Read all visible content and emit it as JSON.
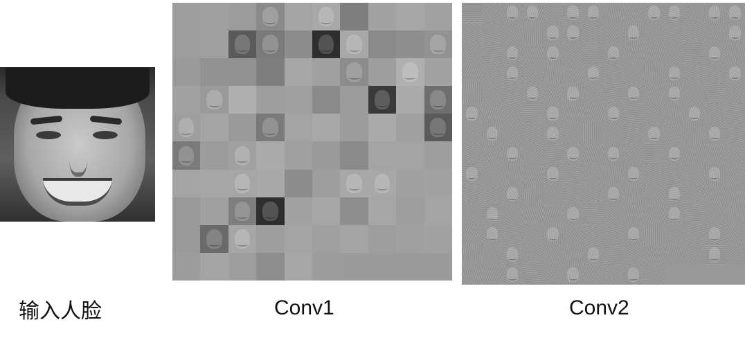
{
  "labels": {
    "input": "输入人脸",
    "conv1": "Conv1",
    "conv2": "Conv2"
  },
  "colors": {
    "background": "#ffffff",
    "map_gray": "#9a9a9a",
    "text": "#111111"
  },
  "conv1": {
    "rows": 10,
    "cols": 10,
    "filled": 96,
    "tones": [
      "#9e9e9e",
      "#a0a0a0",
      "#9c9c9c",
      "#8a8a8a",
      "#a4a4a4",
      "#a8a8a8",
      "#7e7e7e",
      "#a2a2a2",
      "#a6a6a6",
      "#a1a1a1",
      "#9d9d9d",
      "#a0a0a0",
      "#5a5a5a",
      "#7a7a7a",
      "#8c8c8c",
      "#2e2e2e",
      "#a8a8a8",
      "#8a8a8a",
      "#8e8e8e",
      "#929292",
      "#9a9a9a",
      "#929292",
      "#929292",
      "#7e7e7e",
      "#a6a6a6",
      "#a0a0a0",
      "#8c8c8c",
      "#9e9e9e",
      "#b0b0b0",
      "#a2a2a2",
      "#a2a2a2",
      "#9a9a9a",
      "#b0b0b0",
      "#9e9e9e",
      "#a0a0a0",
      "#8a8a8a",
      "#9c9c9c",
      "#3a3a3a",
      "#aaaaaa",
      "#6e6e6e",
      "#9e9e9e",
      "#a4a4a4",
      "#9a9a9a",
      "#7a7a7a",
      "#a4a4a4",
      "#a8a8a8",
      "#9c9c9c",
      "#aaaaaa",
      "#a0a0a0",
      "#5a5a5a",
      "#7a7a7a",
      "#9c9c9c",
      "#a0a0a0",
      "#aaaaaa",
      "#a0a0a0",
      "#9a9a9a",
      "#8a8a8a",
      "#a4a4a4",
      "#a4a4a4",
      "#9e9e9e",
      "#a4a4a4",
      "#a6a6a6",
      "#a6a6a6",
      "#a8a8a8",
      "#8c8c8c",
      "#9e9e9e",
      "#a8a8a8",
      "#a8a8a8",
      "#a0a0a0",
      "#a2a2a2",
      "#9a9a9a",
      "#a0a0a0",
      "#7e7e7e",
      "#2e2e2e",
      "#a2a2a2",
      "#a6a6a6",
      "#8e8e8e",
      "#a6a6a6",
      "#9e9e9e",
      "#a4a4a4",
      "#9a9a9a",
      "#6a6a6a",
      "#a6a6a6",
      "#9e9e9e",
      "#a4a4a4",
      "#a0a0a0",
      "#a4a4a4",
      "#9e9e9e",
      "#a0a0a0",
      "#a2a2a2",
      "#9c9c9c",
      "#a4a4a4",
      "#9e9e9e",
      "#8e8e8e",
      "#a6a6a6",
      "#9c9c9c"
    ],
    "faces": [
      3,
      5,
      12,
      13,
      15,
      16,
      19,
      26,
      28,
      31,
      37,
      39,
      40,
      43,
      49,
      50,
      52,
      62,
      66,
      67,
      72,
      73,
      81,
      82
    ]
  },
  "conv2": {
    "rows": 14,
    "cols": 14,
    "filled": 192,
    "tone": "#9a9a9a",
    "faces": [
      2,
      3,
      5,
      6,
      9,
      10,
      12,
      13,
      18,
      19,
      22,
      27,
      30,
      32,
      35,
      40,
      44,
      48,
      52,
      55,
      59,
      61,
      64,
      66,
      70,
      74,
      77,
      81,
      85,
      88,
      93,
      96,
      100,
      103,
      105,
      108,
      112,
      116,
      120,
      124,
      128,
      133,
      136,
      141,
      145,
      150,
      155,
      158,
      162,
      166,
      170,
      174,
      180,
      184,
      187,
      190
    ]
  }
}
